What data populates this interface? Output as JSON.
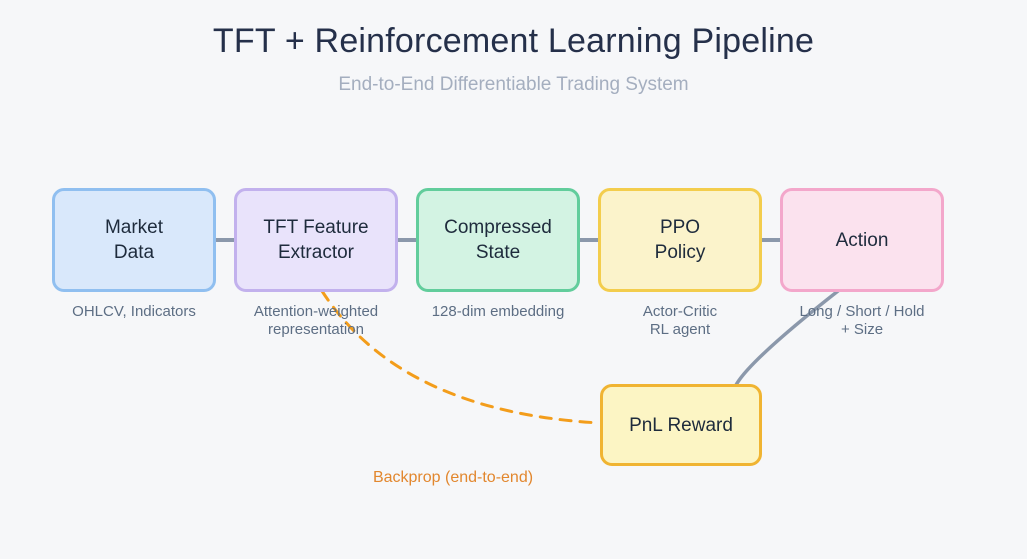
{
  "title": "TFT + Reinforcement Learning Pipeline",
  "subtitle": "End-to-End Differentiable Trading System",
  "nodes": [
    {
      "id": "market-data",
      "label": "Market\nData",
      "caption": "OHLCV, Indicators",
      "fill": "#d9e8fb",
      "border": "#90bff0"
    },
    {
      "id": "tft-feature-extractor",
      "label": "TFT Feature\nExtractor",
      "caption": "Attention-weighted\nrepresentation",
      "fill": "#e9e3fb",
      "border": "#c2b1ed"
    },
    {
      "id": "compressed-state",
      "label": "Compressed\nState",
      "caption": "128-dim embedding",
      "fill": "#d3f3e3",
      "border": "#62cd9c"
    },
    {
      "id": "ppo-policy",
      "label": "PPO\nPolicy",
      "caption": "Actor-Critic\nRL agent",
      "fill": "#fbf3cb",
      "border": "#f3cd4d"
    },
    {
      "id": "action",
      "label": "Action",
      "caption": "Long / Short / Hold\n+ Size",
      "fill": "#fbe2ee",
      "border": "#f3a7cb"
    }
  ],
  "reward_node": {
    "id": "pnl-reward",
    "label": "PnL Reward",
    "fill": "#fcf5c4",
    "border": "#f0b432"
  },
  "edges": {
    "action_to_reward": {
      "style": "solid",
      "color": "#8b98ab"
    },
    "reward_to_tft": {
      "style": "dashed",
      "color": "#f39d1b",
      "label": "Backprop (end-to-end)",
      "label_color": "#e2872e"
    }
  },
  "connector_color": "#8b98ab"
}
